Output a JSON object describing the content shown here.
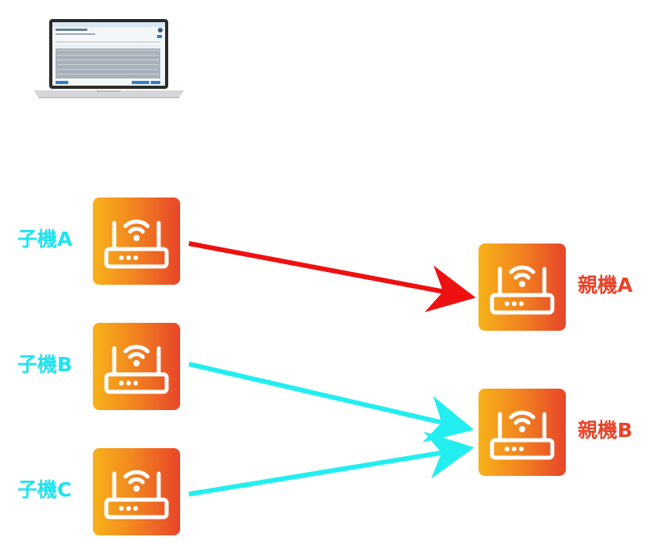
{
  "devices": {
    "child_a": {
      "label": "子機A"
    },
    "child_b": {
      "label": "子機B"
    },
    "child_c": {
      "label": "子機C"
    },
    "parent_a": {
      "label": "親機A"
    },
    "parent_b": {
      "label": "親機B"
    }
  },
  "links": [
    {
      "from": "子機A",
      "to": "親機A",
      "color": "#ee1111"
    },
    {
      "from": "子機B",
      "to": "親機B",
      "color": "#22eef0"
    },
    {
      "from": "子機C",
      "to": "親機B",
      "color": "#22eef0"
    }
  ],
  "colors": {
    "child_label": "#1fe3f0",
    "parent_label": "#e8442a",
    "router_gradient": [
      "#f7b21a",
      "#e8452a"
    ]
  },
  "icons": {
    "router": "wifi-router-icon",
    "laptop": "laptop-icon"
  }
}
